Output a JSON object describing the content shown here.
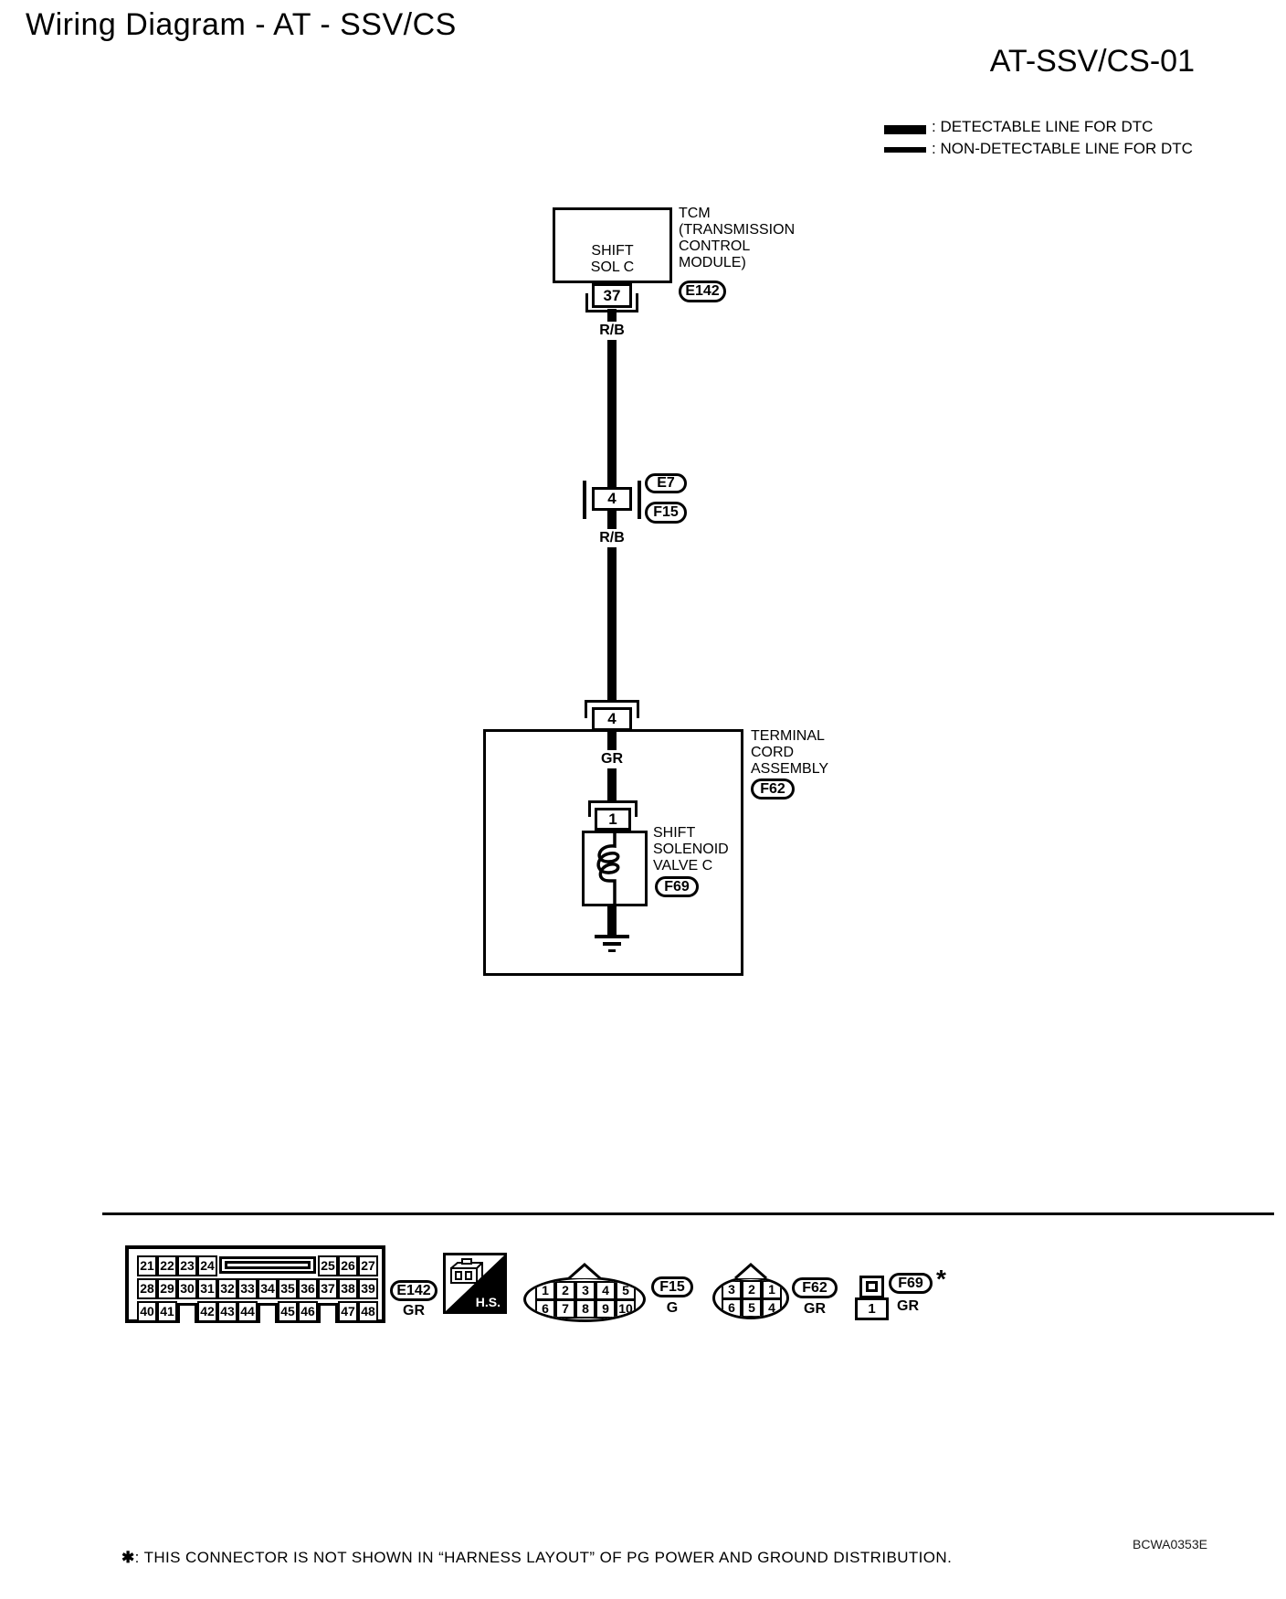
{
  "colors": {
    "ink": "#000000",
    "paper": "#ffffff"
  },
  "header": {
    "title": "Wiring Diagram - AT - SSV/CS",
    "page_code": "AT-SSV/CS-01"
  },
  "legend": {
    "detectable_label": ": DETECTABLE LINE FOR DTC",
    "non_detectable_label": ": NON-DETECTABLE LINE FOR DTC"
  },
  "diagram": {
    "tcm": {
      "internal_label_lines": [
        "SHIFT",
        "SOL C"
      ],
      "pin": "37",
      "name_lines": [
        "TCM",
        "(TRANSMISSION",
        "CONTROL",
        "MODULE)"
      ],
      "connector_code": "E142"
    },
    "junction": {
      "pin": "4",
      "upper_code": "E7",
      "lower_code": "F15"
    },
    "wires": {
      "upper": "R/B",
      "middle": "R/B",
      "lower": "GR"
    },
    "terminal_cord": {
      "pin": "4",
      "name_lines": [
        "TERMINAL",
        "CORD",
        "ASSEMBLY"
      ],
      "connector_code": "F62"
    },
    "solenoid": {
      "pin": "1",
      "name_lines": [
        "SHIFT",
        "SOLENOID",
        "VALVE C"
      ],
      "connector_code": "F69"
    }
  },
  "connector_strip": {
    "e142": {
      "code": "E142",
      "wire_color": "GR",
      "row1_left": [
        "21",
        "22",
        "23",
        "24"
      ],
      "row1_right": [
        "25",
        "26",
        "27"
      ],
      "row2": [
        "28",
        "29",
        "30",
        "31",
        "32",
        "33",
        "34",
        "35",
        "36",
        "37",
        "38",
        "39"
      ],
      "row3": [
        "40",
        "41",
        "42",
        "43",
        "44",
        "45",
        "46",
        "47",
        "48"
      ]
    },
    "hs_label": "H.S.",
    "f15": {
      "code": "F15",
      "wire_color": "G",
      "row1": [
        "1",
        "2",
        "3",
        "4",
        "5"
      ],
      "row2": [
        "6",
        "7",
        "8",
        "9",
        "10"
      ]
    },
    "f62": {
      "code": "F62",
      "wire_color": "GR",
      "row1": [
        "3",
        "2",
        "1"
      ],
      "row2": [
        "6",
        "5",
        "4"
      ]
    },
    "f69": {
      "code": "F69",
      "wire_color": "GR",
      "pin": "1",
      "footnote_mark": "*"
    }
  },
  "footer": {
    "note_mark": "✱",
    "note_text": ": THIS CONNECTOR IS NOT SHOWN IN “HARNESS LAYOUT” OF PG POWER AND GROUND DISTRIBUTION.",
    "figure_code": "BCWA0353E"
  }
}
